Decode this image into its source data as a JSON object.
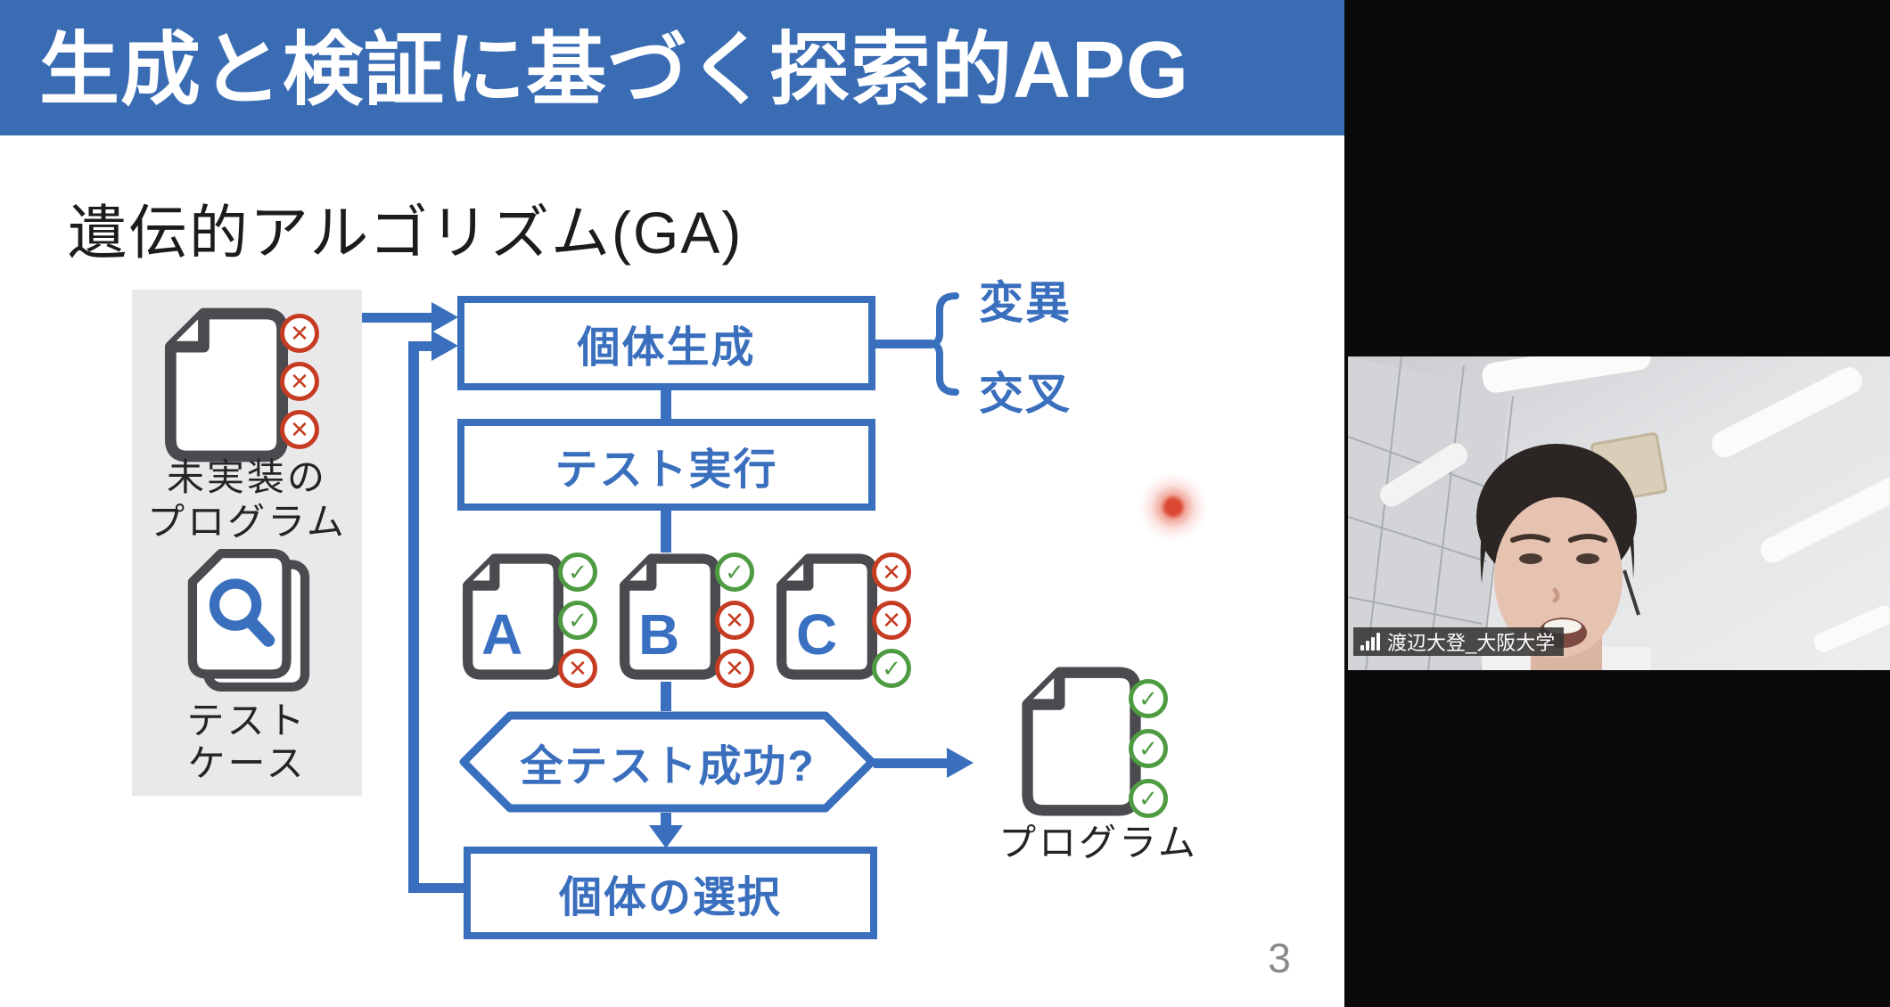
{
  "slide": {
    "title": "生成と検証に基づく探索的APG",
    "subtitle": "遺伝的アルゴリズム(GA)",
    "page_number": "3",
    "diagram": {
      "input_group": {
        "program_label_line1": "未実装の",
        "program_label_line2": "プログラム",
        "program_marks": [
          "cross",
          "cross",
          "cross"
        ],
        "testcase_label_line1": "テスト",
        "testcase_label_line2": "ケース"
      },
      "generate_box_label": "個体生成",
      "test_box_label": "テスト実行",
      "brace_labels": {
        "mutation": "変異",
        "crossover": "交叉"
      },
      "individuals": [
        {
          "letter": "A",
          "marks": [
            "check",
            "check",
            "cross"
          ]
        },
        {
          "letter": "B",
          "marks": [
            "check",
            "cross",
            "cross"
          ]
        },
        {
          "letter": "C",
          "marks": [
            "cross",
            "cross",
            "check"
          ]
        }
      ],
      "decision_label": "全テスト成功?",
      "selection_box_label": "個体の選択",
      "output_group": {
        "label": "プログラム",
        "marks": [
          "check",
          "check",
          "check"
        ]
      }
    },
    "colors": {
      "title_bar_blue": "#3a6cb4",
      "flow_blue": "#3a6fbe",
      "pass_green": "#4e9b42",
      "fail_red": "#c63c22",
      "panel_gray": "#eae9ea"
    }
  },
  "video_panel": {
    "participant_name": "渡辺大登_大阪大学"
  }
}
